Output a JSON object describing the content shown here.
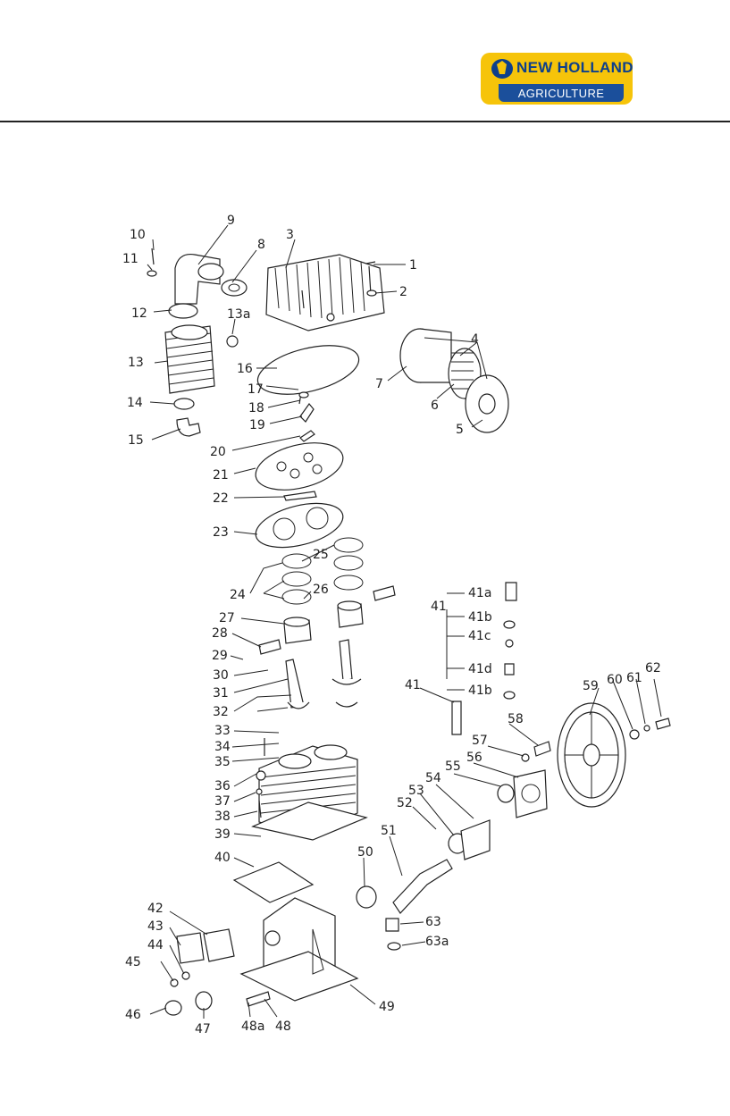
{
  "header": {
    "brand_name": "NEW HOLLAND",
    "brand_sub": "AGRICULTURE",
    "colors": {
      "logo_yellow": "#f6c40a",
      "logo_blue": "#1b4f9b"
    }
  },
  "callouts": [
    {
      "id": "c1",
      "label": "1"
    },
    {
      "id": "c2",
      "label": "2"
    },
    {
      "id": "c3",
      "label": "3"
    },
    {
      "id": "c4",
      "label": "4"
    },
    {
      "id": "c5",
      "label": "5"
    },
    {
      "id": "c6",
      "label": "6"
    },
    {
      "id": "c7",
      "label": "7"
    },
    {
      "id": "c8",
      "label": "8"
    },
    {
      "id": "c9",
      "label": "9"
    },
    {
      "id": "c10",
      "label": "10"
    },
    {
      "id": "c11",
      "label": "11"
    },
    {
      "id": "c12",
      "label": "12"
    },
    {
      "id": "c13",
      "label": "13"
    },
    {
      "id": "c13a",
      "label": "13a"
    },
    {
      "id": "c14",
      "label": "14"
    },
    {
      "id": "c15",
      "label": "15"
    },
    {
      "id": "c16",
      "label": "16"
    },
    {
      "id": "c17",
      "label": "17"
    },
    {
      "id": "c18",
      "label": "18"
    },
    {
      "id": "c19",
      "label": "19"
    },
    {
      "id": "c20",
      "label": "20"
    },
    {
      "id": "c21",
      "label": "21"
    },
    {
      "id": "c22",
      "label": "22"
    },
    {
      "id": "c23",
      "label": "23"
    },
    {
      "id": "c24",
      "label": "24"
    },
    {
      "id": "c25",
      "label": "25"
    },
    {
      "id": "c26",
      "label": "26"
    },
    {
      "id": "c27",
      "label": "27"
    },
    {
      "id": "c28",
      "label": "28"
    },
    {
      "id": "c29",
      "label": "29"
    },
    {
      "id": "c30",
      "label": "30"
    },
    {
      "id": "c31",
      "label": "31"
    },
    {
      "id": "c32",
      "label": "32"
    },
    {
      "id": "c33",
      "label": "33"
    },
    {
      "id": "c34",
      "label": "34"
    },
    {
      "id": "c35",
      "label": "35"
    },
    {
      "id": "c36",
      "label": "36"
    },
    {
      "id": "c37",
      "label": "37"
    },
    {
      "id": "c38",
      "label": "38"
    },
    {
      "id": "c39",
      "label": "39"
    },
    {
      "id": "c40",
      "label": "40"
    },
    {
      "id": "c41",
      "label": "41"
    },
    {
      "id": "c41a",
      "label": "41a"
    },
    {
      "id": "c41b",
      "label": "41b"
    },
    {
      "id": "c41c",
      "label": "41c"
    },
    {
      "id": "c41d",
      "label": "41d"
    },
    {
      "id": "c41b2",
      "label": "41b"
    },
    {
      "id": "c41x",
      "label": "41"
    },
    {
      "id": "c42",
      "label": "42"
    },
    {
      "id": "c43",
      "label": "43"
    },
    {
      "id": "c44",
      "label": "44"
    },
    {
      "id": "c45",
      "label": "45"
    },
    {
      "id": "c46",
      "label": "46"
    },
    {
      "id": "c47",
      "label": "47"
    },
    {
      "id": "c48",
      "label": "48"
    },
    {
      "id": "c48a",
      "label": "48a"
    },
    {
      "id": "c49",
      "label": "49"
    },
    {
      "id": "c50",
      "label": "50"
    },
    {
      "id": "c51",
      "label": "51"
    },
    {
      "id": "c52",
      "label": "52"
    },
    {
      "id": "c53",
      "label": "53"
    },
    {
      "id": "c54",
      "label": "54"
    },
    {
      "id": "c55",
      "label": "55"
    },
    {
      "id": "c56",
      "label": "56"
    },
    {
      "id": "c57",
      "label": "57"
    },
    {
      "id": "c58",
      "label": "58"
    },
    {
      "id": "c59",
      "label": "59"
    },
    {
      "id": "c60",
      "label": "60"
    },
    {
      "id": "c61",
      "label": "61"
    },
    {
      "id": "c62",
      "label": "62"
    },
    {
      "id": "c63",
      "label": "63"
    },
    {
      "id": "c63a",
      "label": "63a"
    }
  ]
}
